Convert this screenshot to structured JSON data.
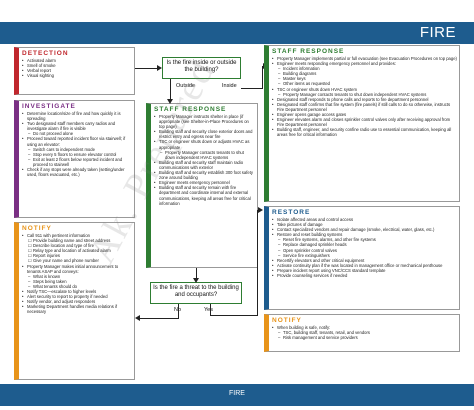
{
  "header": {
    "title": "FIRE"
  },
  "footer": {
    "title": "FIRE"
  },
  "watermark": "Ak. Prepared",
  "detection": {
    "title": "DETECTION",
    "items": [
      "Activated alarm",
      "Smell of smoke",
      "Verbal report",
      "Visual sighting"
    ]
  },
  "investigate": {
    "title": "INVESTIGATE",
    "items": [
      {
        "t": "Determine location/size of fire and how quickly it is spreading",
        "k": "b"
      },
      {
        "t": "Two designated staff members carry radios and investigate alarm if fire is visible",
        "k": "b"
      },
      {
        "t": "Do not proceed alone",
        "k": "s"
      },
      {
        "t": "Proceed toward reported incident floor via stairwell; if using an elevator:",
        "k": "b"
      },
      {
        "t": "Switch cars to independent mode",
        "k": "s"
      },
      {
        "t": "Stop every 5 floors to ensure elevator control",
        "k": "s"
      },
      {
        "t": "Exit at least 2 floors below reported incident and proceed to stairwell",
        "k": "s"
      },
      {
        "t": "Check if any stops were already taken (setting/under used, floors evacuated, etc.)",
        "k": "b"
      }
    ]
  },
  "notify_left": {
    "title": "NOTIFY",
    "items": [
      {
        "t": "Call 911 with pertinent information",
        "k": "b"
      },
      {
        "t": "Provide building name and street address",
        "k": "c"
      },
      {
        "t": "Describe location and type of fire",
        "k": "c"
      },
      {
        "t": "Relay type and location of activated alarm",
        "k": "c"
      },
      {
        "t": "Report injuries",
        "k": "c"
      },
      {
        "t": "Give your name and phone number",
        "k": "c"
      },
      {
        "t": "Property Manager makes initial announcement to tenants ASAP and conveys:",
        "k": "b"
      },
      {
        "t": "What is known",
        "k": "s"
      },
      {
        "t": "Steps being taken",
        "k": "s"
      },
      {
        "t": "What tenants should do",
        "k": "s"
      },
      {
        "t": "Notify TSC—escalate to higher levels",
        "k": "b"
      },
      {
        "t": "Alert security to report to property if needed",
        "k": "b"
      },
      {
        "t": "Notify vendor, and adjust responders",
        "k": "b"
      },
      {
        "t": "Marketing Department handles media relations if necessary",
        "k": "b"
      }
    ]
  },
  "staff_response_mid": {
    "title": "STAFF RESPONSE",
    "items": [
      {
        "t": "Property Manager instructs shelter in place (if appropriate (see Shelter-in-Place Procedures on top page)",
        "k": "b"
      },
      {
        "t": "Building staff and security close exterior doors and restrict entry and egress near fire",
        "k": "b"
      },
      {
        "t": "TSC or engineer shuts down or adjusts HVAC as appropriate",
        "k": "b"
      },
      {
        "t": "Property Manager contacts tenants to shut down independent HVAC systems",
        "k": "s"
      },
      {
        "t": "Building staff and security staff maintain radio communications with exterior",
        "k": "b"
      },
      {
        "t": "Building staff and security establish 300 foot safety zone around building",
        "k": "b"
      },
      {
        "t": "Engineer meets emergency personnel",
        "k": "b"
      },
      {
        "t": "Building staff and security remain with fire department and coordinate internal and external communications, keeping all areas free for critical information",
        "k": "b"
      }
    ]
  },
  "q_inside": {
    "text": "Is the fire inside or outside the building?",
    "outside": "Outside",
    "inside": "Inside"
  },
  "q_threat": {
    "text": "Is the fire a threat to the building and occupants?",
    "no": "No",
    "yes": "Yes"
  },
  "staff_response_right": {
    "title": "STAFF RESPONSE",
    "items": [
      {
        "t": "Property Manager implements partial or full evacuation (see Evacuation Procedures on top page)",
        "k": "b"
      },
      {
        "t": "Engineer meets responding emergency personnel and provides:",
        "k": "b"
      },
      {
        "t": "Incident information",
        "k": "s"
      },
      {
        "t": "Building diagrams",
        "k": "s"
      },
      {
        "t": "Master keys",
        "k": "s"
      },
      {
        "t": "Other items as requested",
        "k": "s"
      },
      {
        "t": "TSC or engineer shuts down HVAC system",
        "k": "b"
      },
      {
        "t": "Property Manager contacts tenants to shut down independent HVAC systems",
        "k": "s"
      },
      {
        "t": "Designated staff responds to phone calls and reports to fire department personnel",
        "k": "b"
      },
      {
        "t": "Designated staff confirms that fire system (fire panels) if still calls to do so otherwise, instructs Fire Department personnel",
        "k": "b"
      },
      {
        "t": "Engineer opens garage access gates",
        "k": "b"
      },
      {
        "t": "Engineer elevates alarm and closes sprinkler control valves only after receiving approval from Fire Department personnel",
        "k": "b"
      },
      {
        "t": "Building staff, engineer, and security confine radio use to essential communication, keeping all areas free for critical information",
        "k": "b"
      }
    ]
  },
  "restore": {
    "title": "RESTORE",
    "items": [
      {
        "t": "Isolate affected areas and control access",
        "k": "b"
      },
      {
        "t": "Take pictures of damage",
        "k": "b"
      },
      {
        "t": "Contact specialized vendors and repair damage (smoke, electrical, water, glass, etc.)",
        "k": "b"
      },
      {
        "t": "Restore and reset building systems",
        "k": "b"
      },
      {
        "t": "Reset fire systems, alarms, and other fire systems",
        "k": "s"
      },
      {
        "t": "Replace damaged sprinkler heads",
        "k": "s"
      },
      {
        "t": "Open sprinkler control valves",
        "k": "s"
      },
      {
        "t": "Service fire extinguishers",
        "k": "s"
      },
      {
        "t": "Recertify elevators and other critical equipment",
        "k": "b"
      },
      {
        "t": "Activate continuity plan if the was located in management office or mechanical penthouse",
        "k": "b"
      },
      {
        "t": "Prepare incident report using VNC/CCS standard template",
        "k": "b"
      },
      {
        "t": "Provide counseling services if needed",
        "k": "b"
      }
    ]
  },
  "notify_right": {
    "title": "NOTIFY",
    "items": [
      {
        "t": "When building is safe, notify:",
        "k": "b"
      },
      {
        "t": "TSC, building staff, tenants, retail, and vendors",
        "k": "s"
      },
      {
        "t": "Risk management and service providers",
        "k": "s"
      }
    ]
  }
}
